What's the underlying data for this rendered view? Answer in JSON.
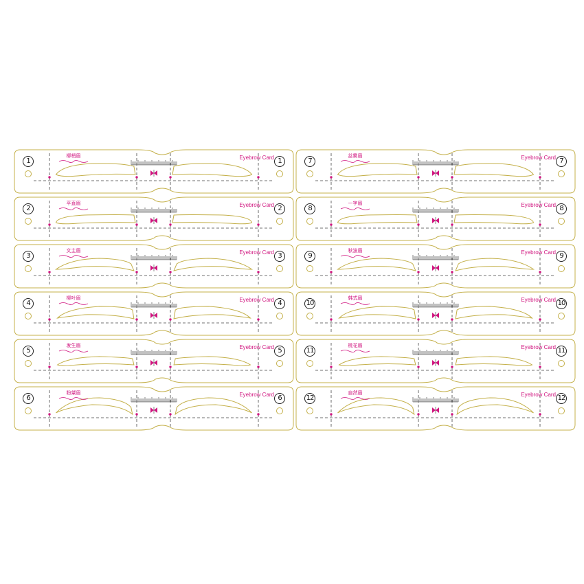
{
  "card_title": "Eyebrow Card",
  "colors": {
    "outline": "#c4b04a",
    "accent": "#d0157f",
    "ink": "#222222"
  },
  "cards": [
    {
      "number": "1",
      "style": "柳梢眉"
    },
    {
      "number": "2",
      "style": "平直眉"
    },
    {
      "number": "3",
      "style": "文主眉"
    },
    {
      "number": "4",
      "style": "柳叶眉"
    },
    {
      "number": "5",
      "style": "发生眉"
    },
    {
      "number": "6",
      "style": "粉黛眉"
    },
    {
      "number": "7",
      "style": "丝雾眉"
    },
    {
      "number": "8",
      "style": "一字眉"
    },
    {
      "number": "9",
      "style": "秋波眉"
    },
    {
      "number": "10",
      "style": "韩式眉"
    },
    {
      "number": "11",
      "style": "桃花眉"
    },
    {
      "number": "12",
      "style": "自然眉"
    }
  ]
}
